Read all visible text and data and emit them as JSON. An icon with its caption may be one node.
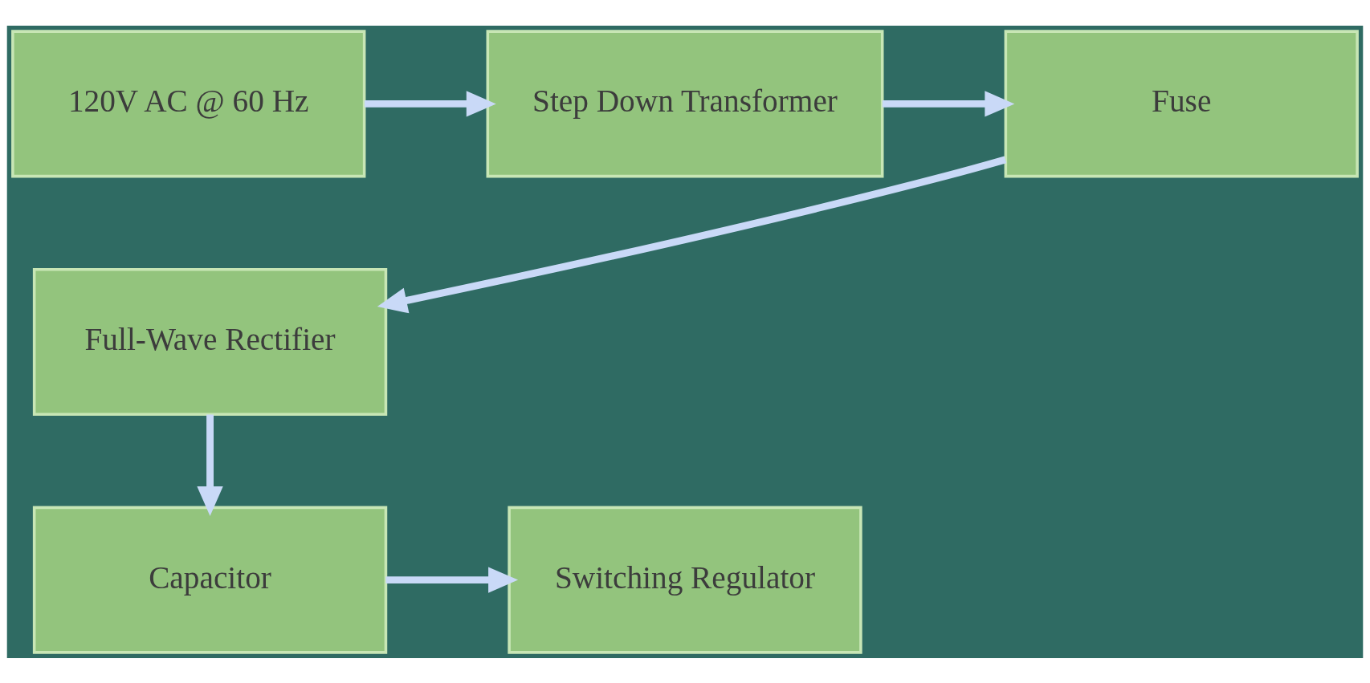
{
  "diagram": {
    "nodes": [
      {
        "text": [
          "120V AC @ 60 Hz"
        ]
      },
      {
        "text": [
          "Step Down Transformer"
        ]
      },
      {
        "text": [
          "Fuse"
        ]
      },
      {
        "text": [
          "Full-Wave Rectifier"
        ]
      },
      {
        "text": [
          "Capacitor"
        ]
      },
      {
        "text": [
          "Switching Regulator"
        ]
      }
    ],
    "edges": [
      {
        "from": 0,
        "to": 1,
        "arrow": "to"
      },
      {
        "from": 1,
        "to": 2,
        "arrow": "to"
      },
      {
        "from": 2,
        "to": 3,
        "arrow": "to"
      },
      {
        "from": 3,
        "to": 4,
        "arrow": "to"
      },
      {
        "from": 4,
        "to": 5,
        "arrow": "to"
      }
    ]
  }
}
